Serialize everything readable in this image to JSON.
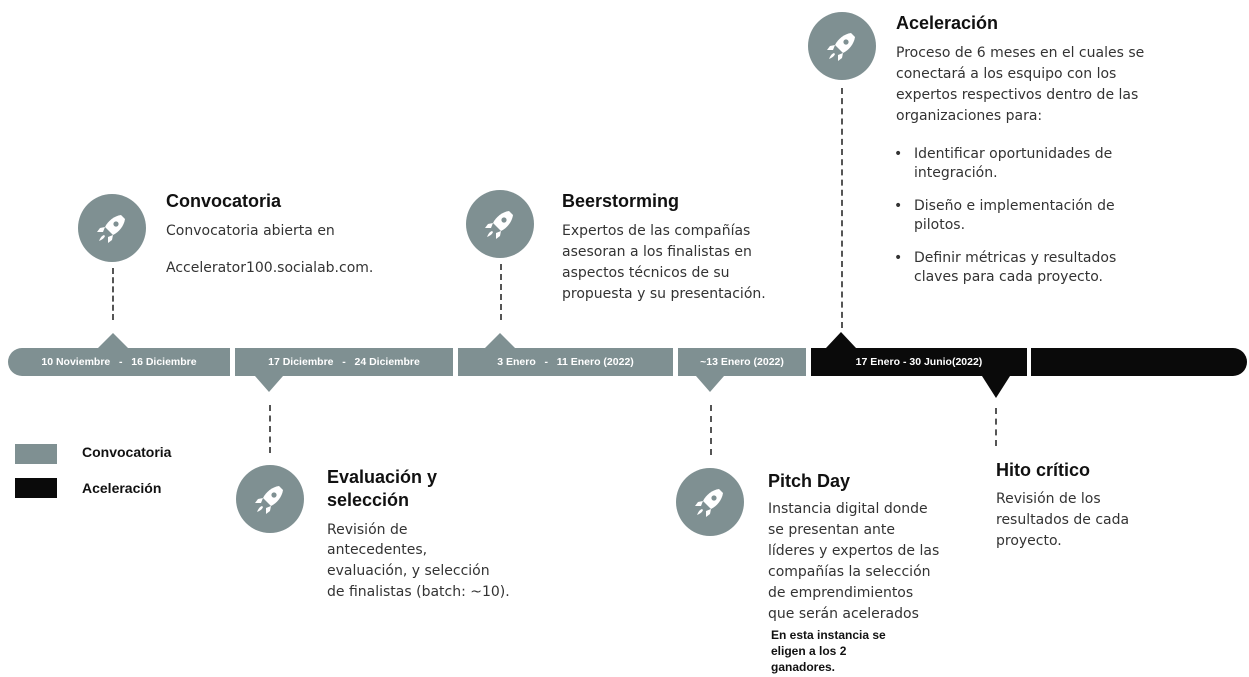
{
  "colors": {
    "convocatoria": "#7f9092",
    "aceleracion": "#0a0a0a"
  },
  "segments": [
    {
      "label": "10 Noviembre   -   16 Diciembre",
      "phase": "convocatoria"
    },
    {
      "label": "17 Diciembre   -   24 Diciembre",
      "phase": "convocatoria"
    },
    {
      "label": "3 Enero   -   11 Enero (2022)",
      "phase": "convocatoria"
    },
    {
      "label": "~13 Enero (2022)",
      "phase": "convocatoria"
    },
    {
      "label": "17 Enero - 30 Junio(2022)",
      "phase": "aceleracion"
    }
  ],
  "milestones": {
    "convocatoria": {
      "icon": "rocket-icon",
      "title": "Convocatoria",
      "lines": [
        "Convocatoria abierta en",
        "Accelerator100.socialab.com."
      ]
    },
    "evaluacion": {
      "icon": "rocket-icon",
      "title_lines": [
        "Evaluación y",
        "selección"
      ],
      "lines": [
        "Revisión de",
        "antecedentes,",
        "evaluación, y selección",
        "de finalistas (batch: ~10)."
      ]
    },
    "beerstorming": {
      "icon": "rocket-icon",
      "title": "Beerstorming",
      "lines": [
        "Expertos de las compañías",
        "asesoran a los finalistas en",
        "aspectos técnicos de su",
        "propuesta y su presentación."
      ]
    },
    "pitch_day": {
      "icon": "rocket-icon",
      "title": "Pitch Day",
      "lines": [
        "Instancia digital donde",
        "se presentan ante",
        "líderes y expertos de las",
        "compañías la selección",
        "de emprendimientos",
        "que serán acelerados"
      ],
      "note_lines": [
        "En esta instancia se",
        "eligen a los 2",
        "ganadores."
      ]
    },
    "aceleracion": {
      "icon": "rocket-icon",
      "title": "Aceleración",
      "lines": [
        "Proceso de 6 meses en el cuales se",
        "conectará a los esquipo con los",
        "expertos respectivos dentro de las",
        "organizaciones para:"
      ],
      "bullets": [
        [
          "Identificar oportunidades de",
          "integración."
        ],
        [
          "Diseño e implementación de",
          "pilotos."
        ],
        [
          "Definir métricas y resultados",
          "claves para cada proyecto."
        ]
      ]
    },
    "hito_critico": {
      "title": "Hito crítico",
      "lines": [
        "Revisión de los",
        "resultados de cada",
        "proyecto."
      ]
    }
  },
  "legend": [
    {
      "label": "Convocatoria",
      "phase": "convocatoria"
    },
    {
      "label": "Aceleración",
      "phase": "aceleracion"
    }
  ]
}
